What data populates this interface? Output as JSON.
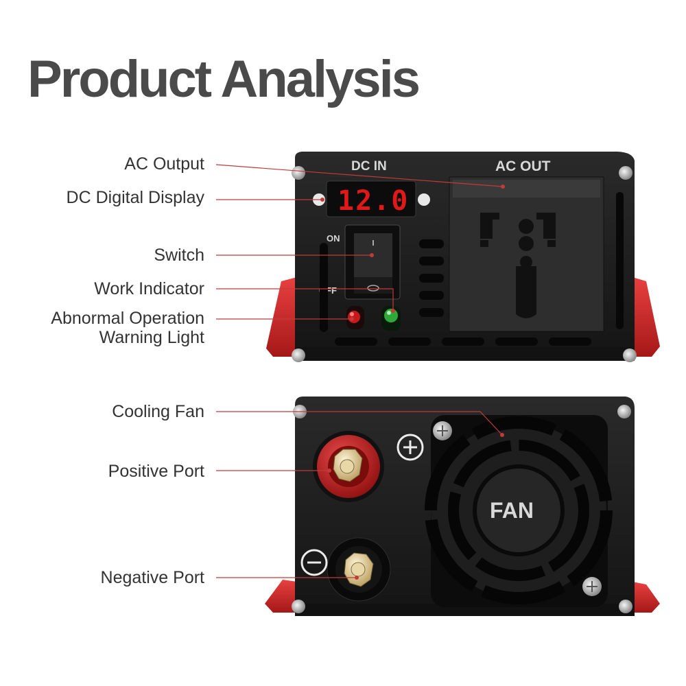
{
  "title": "Product Analysis",
  "front": {
    "labels": {
      "ac_output": "AC Output",
      "dc_display": "DC Digital Display",
      "switch": "Switch",
      "work_indicator": "Work Indicator",
      "abnormal_1": "Abnormal Operation",
      "abnormal_2": "Warning Light"
    },
    "panel": {
      "dc_in": "DC IN",
      "ac_out": "AC OUT",
      "on": "ON",
      "off": "OFF",
      "display_value": "12.0"
    }
  },
  "back": {
    "labels": {
      "cooling_fan": "Cooling Fan",
      "positive_port": "Positive Port",
      "negative_port": "Negative Port"
    },
    "panel": {
      "fan": "FAN",
      "plus": "+",
      "minus": "−"
    }
  },
  "colors": {
    "body": "#1c1c1c",
    "red_accent": "#d42a2a",
    "leader_line": "#c23a3a",
    "led_red": "#e01818",
    "led_green": "#2fa83a"
  }
}
